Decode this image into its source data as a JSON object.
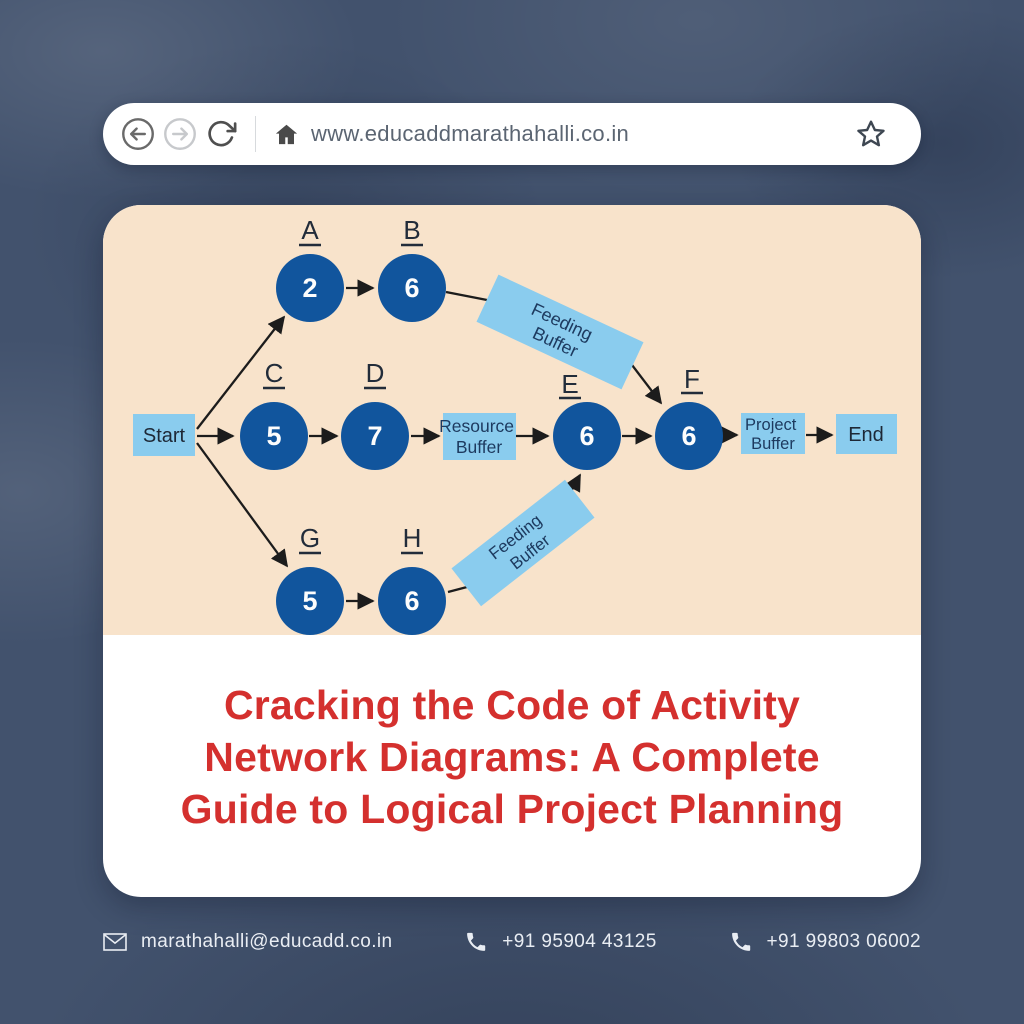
{
  "browser_bar": {
    "url": "www.educaddmarathahalli.co.in"
  },
  "diagram": {
    "start_label": "Start",
    "end_label": "End",
    "nodes": [
      {
        "letter": "A",
        "duration": "2"
      },
      {
        "letter": "B",
        "duration": "6"
      },
      {
        "letter": "C",
        "duration": "5"
      },
      {
        "letter": "D",
        "duration": "7"
      },
      {
        "letter": "E",
        "duration": "6"
      },
      {
        "letter": "F",
        "duration": "6"
      },
      {
        "letter": "G",
        "duration": "5"
      },
      {
        "letter": "H",
        "duration": "6"
      }
    ],
    "buffers": {
      "feeding_top": {
        "line1": "Feeding",
        "line2": "Buffer"
      },
      "feeding_bottom": {
        "line1": "Feeding",
        "line2": "Buffer"
      },
      "resource": {
        "line1": "Resource",
        "line2": "Buffer"
      },
      "project": {
        "line1": "Project",
        "line2": "Buffer"
      }
    }
  },
  "title": {
    "lines": [
      "Cracking the Code of Activity",
      "Network Diagrams: A Complete",
      "Guide to Logical Project Planning"
    ]
  },
  "footer": {
    "email": "marathahalli@educadd.co.in",
    "phone1": "+91 95904 43125",
    "phone2": "+91 99803 06002"
  },
  "colors": {
    "background": "#42526d",
    "diagram_background": "#f8e3cb",
    "node_blue": "#11559d",
    "box_light_blue": "#8accee",
    "title_red": "#d4302e",
    "arrow_black": "#1c1c1c",
    "footer_text": "#e9edf3"
  }
}
